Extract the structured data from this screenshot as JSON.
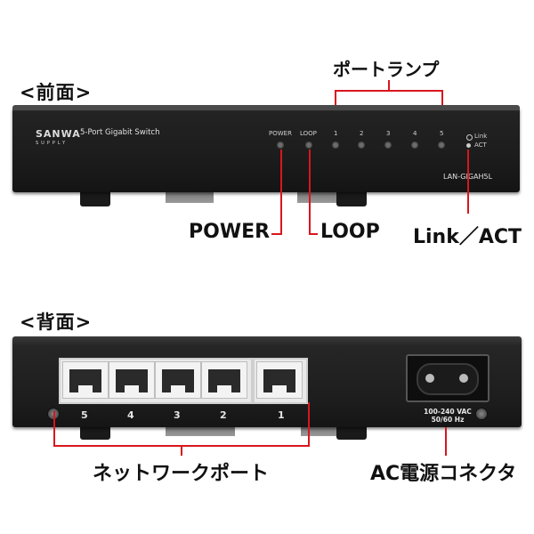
{
  "front": {
    "section_label": "<前面>",
    "brand_main": "SANWA",
    "brand_sub": "SUPPLY",
    "model_title": "5-Port Gigabit Switch",
    "led_power_label": "POWER",
    "led_loop_label": "LOOP",
    "port_led_labels": [
      "1",
      "2",
      "3",
      "4",
      "5"
    ],
    "indicator_link": "Link",
    "indicator_act": "ACT",
    "model_number": "LAN-GIGAH5L",
    "callout_port_lamp": "ポートランプ",
    "callout_power": "POWER",
    "callout_loop": "LOOP",
    "callout_link_act": "Link／ACT"
  },
  "rear": {
    "section_label": "<背面>",
    "port_numbers": [
      "5",
      "4",
      "3",
      "2",
      "1"
    ],
    "ac_voltage": "100-240 VAC",
    "ac_freq": "50/60 Hz",
    "callout_network_port": "ネットワークポート",
    "callout_ac_connector": "AC電源コネクタ"
  },
  "colors": {
    "callout_line": "#d9161d",
    "body": "#1d1d1d"
  }
}
